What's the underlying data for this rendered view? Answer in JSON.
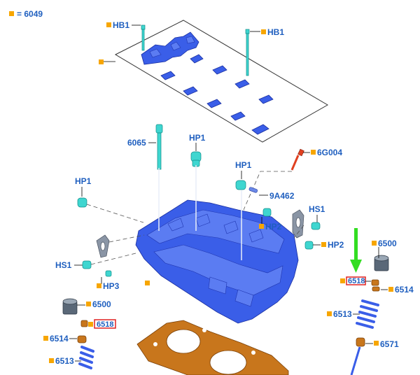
{
  "header": {
    "legend_text": "= 6049"
  },
  "callouts": {
    "hb1_left": "HB1",
    "hb1_right": "HB1",
    "p6065": "6065",
    "hp1_center": "HP1",
    "p6g004": "6G004",
    "hp1_left": "HP1",
    "hp1_right": "HP1",
    "p9a462": "9A462",
    "hs1_right": "HS1",
    "hp2_inner": "HP2",
    "hp2_outer": "HP2",
    "hs1_left": "HS1",
    "hp3": "HP3",
    "p6500_right": "6500",
    "p6518_right": "6518",
    "p6514_right": "6514",
    "p6513_right": "6513",
    "p6571": "6571",
    "p6500_left": "6500",
    "p6518_left": "6518",
    "p6514_left": "6514",
    "p6513_left": "6513"
  },
  "colors": {
    "label": "#1f5fbf",
    "marker": "#f7a600",
    "part_blue": "#3a5ee8",
    "fastener_cyan": "#3fd6d0",
    "gasket_copper": "#c8761c",
    "highlight_arrow": "#33dd22",
    "highlight_box": "#e02020"
  }
}
